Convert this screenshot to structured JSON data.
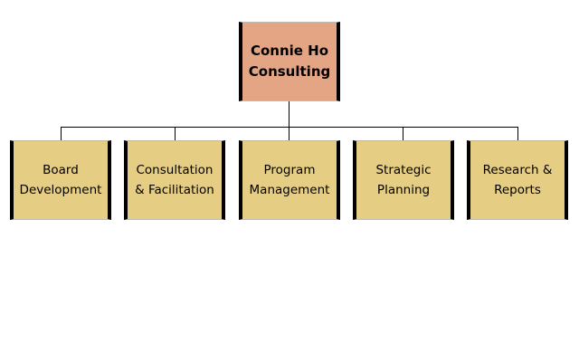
{
  "root": {
    "line1": "Connie Ho",
    "line2": "Consulting"
  },
  "children": [
    {
      "line1": "Board",
      "line2": "Development"
    },
    {
      "line1": "Consultation",
      "line2": "& Facilitation"
    },
    {
      "line1": "Program",
      "line2": "Management"
    },
    {
      "line1": "Strategic",
      "line2": "Planning"
    },
    {
      "line1": "Research &",
      "line2": "Reports"
    }
  ],
  "colors": {
    "root": "#e4a584",
    "child": "#e6cd84"
  }
}
